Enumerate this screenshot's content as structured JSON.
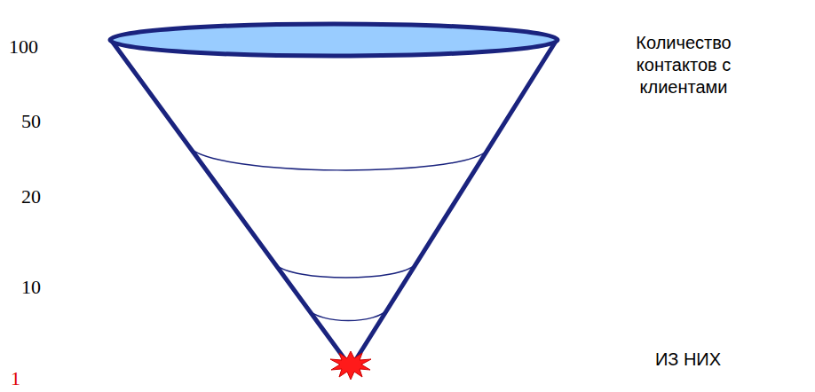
{
  "diagram": {
    "labels": [
      "100",
      "50",
      "20",
      "10",
      "1",
      "Количество контактов с клиентами",
      "ИЗ НИХ"
    ]
  }
}
